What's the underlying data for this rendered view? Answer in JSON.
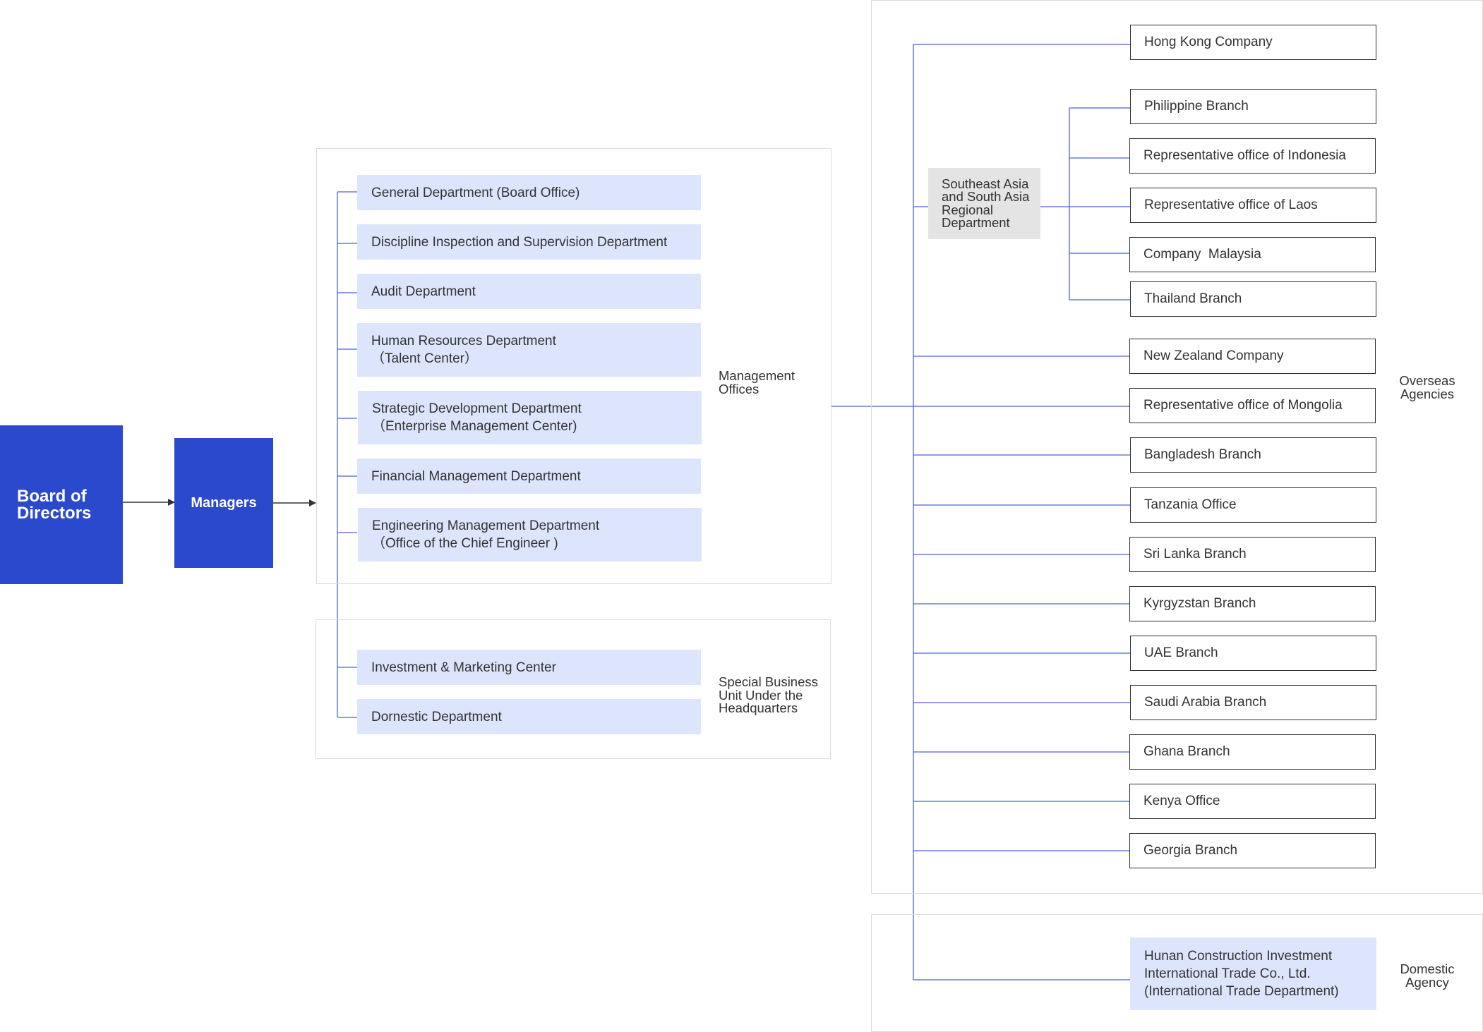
{
  "board": {
    "lines": [
      "Board of",
      "Directors"
    ]
  },
  "managers": {
    "label": "Managers"
  },
  "management_offices": {
    "label_lines": [
      "Management",
      "Offices"
    ],
    "departments": [
      {
        "lines": [
          "General Department (Board Office)"
        ]
      },
      {
        "lines": [
          "Discipline Inspection and Supervision Department"
        ]
      },
      {
        "lines": [
          "Audit Department"
        ]
      },
      {
        "lines": [
          "Human Resources Department",
          "（Talent Center）"
        ]
      },
      {
        "lines": [
          "Strategic Development Department",
          "（Enterprise Management Center)"
        ]
      },
      {
        "lines": [
          "Financial Management Department"
        ]
      },
      {
        "lines": [
          "Engineering Management Department",
          "（Office of the Chief Engineer )"
        ]
      }
    ]
  },
  "special_unit": {
    "label_lines": [
      "Special Business",
      "Unit Under the",
      "Headquarters"
    ],
    "departments": [
      {
        "lines": [
          "Investment & Marketing Center"
        ]
      },
      {
        "lines": [
          "Dornestic Department"
        ]
      }
    ]
  },
  "overseas": {
    "label_lines": [
      "Overseas",
      "Agencies"
    ],
    "region": {
      "lines": [
        "Southeast Asia",
        "and South Asia",
        "Regional",
        "Department"
      ],
      "branches": [
        "Philippine Branch",
        "Representative office of Indonesia",
        "Representative office of Laos",
        "Company  Malaysia",
        "Thailand Branch"
      ]
    },
    "hong_kong": "Hong Kong Company",
    "branches": [
      "New Zealand Company",
      "Representative office of Mongolia",
      "Bangladesh Branch",
      "Tanzania Office",
      "Sri Lanka Branch",
      "Kyrgyzstan Branch",
      "UAE Branch",
      "Saudi Arabia Branch",
      "Ghana Branch",
      "Kenya Office",
      "Georgia Branch"
    ]
  },
  "domestic": {
    "label_lines": [
      "Domestic",
      "Agency"
    ],
    "agency_lines": [
      "Hunan Construction Investment",
      "International Trade Co., Ltd.",
      "(International Trade Department)"
    ]
  },
  "colors": {
    "primary": "#2b49cc",
    "dept_fill": "#dde5fc",
    "connector": "#4a64d8",
    "frame": "#dcdcdc"
  }
}
